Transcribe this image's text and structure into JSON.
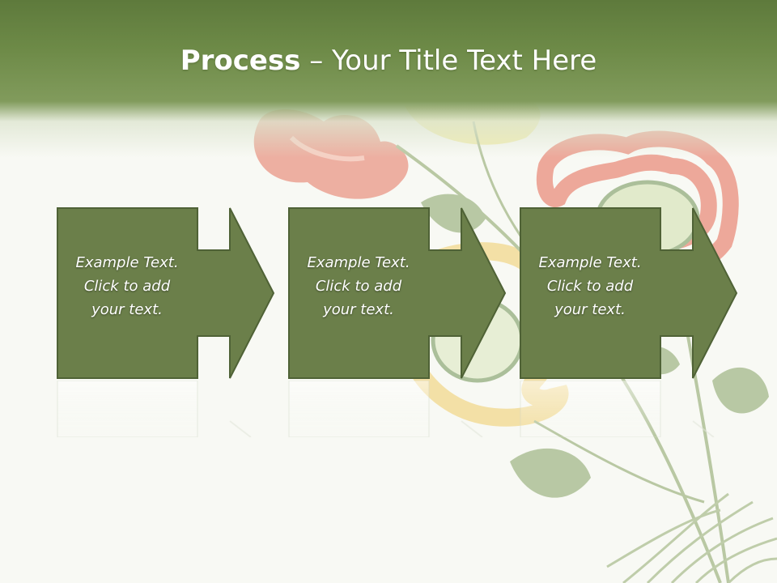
{
  "slide": {
    "title_bold": "Process",
    "title_rest": " – Your Title Text Here"
  },
  "process_steps": [
    {
      "text": "Example Text.\nClick  to add\nyour text."
    },
    {
      "text": "Example Text.\nClick  to add\nyour text."
    },
    {
      "text": "Example Text.\nClick  to add\nyour text."
    }
  ],
  "colors": {
    "header_green": "#6d8a47",
    "box_fill": "#6b7f4a",
    "box_border": "#4f6236",
    "text": "#ffffff"
  }
}
